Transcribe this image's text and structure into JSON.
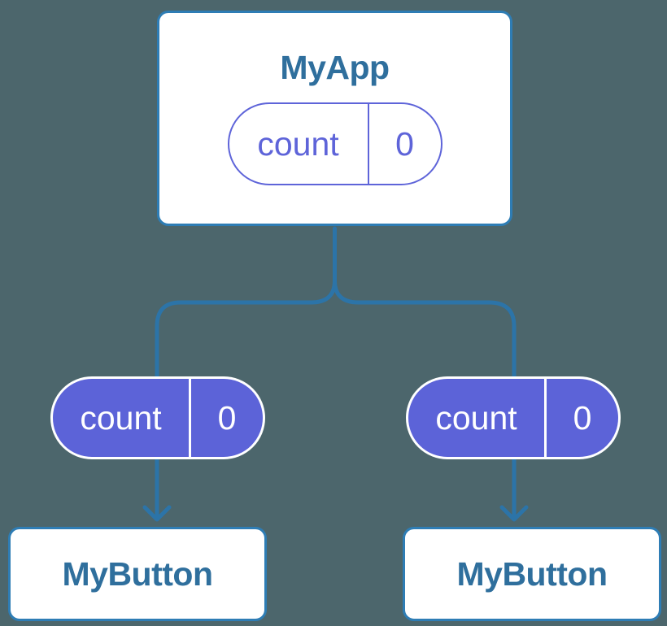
{
  "colors": {
    "background": "#4C666C",
    "connector_blue": "#2C74A8",
    "node_border_blue": "#2E7DB5",
    "node_background": "#FFFFFF",
    "node_title_blue": "#2F6F9D",
    "pill_purple_outline": "#5E64D9",
    "pill_purple_fill": "#5C63D8",
    "pill_text_light": "#FFFFFF"
  },
  "root": {
    "title": "MyApp",
    "state": {
      "name": "count",
      "value": "0"
    }
  },
  "children": [
    {
      "title": "MyButton",
      "state": {
        "name": "count",
        "value": "0"
      }
    },
    {
      "title": "MyButton",
      "state": {
        "name": "count",
        "value": "0"
      }
    }
  ]
}
